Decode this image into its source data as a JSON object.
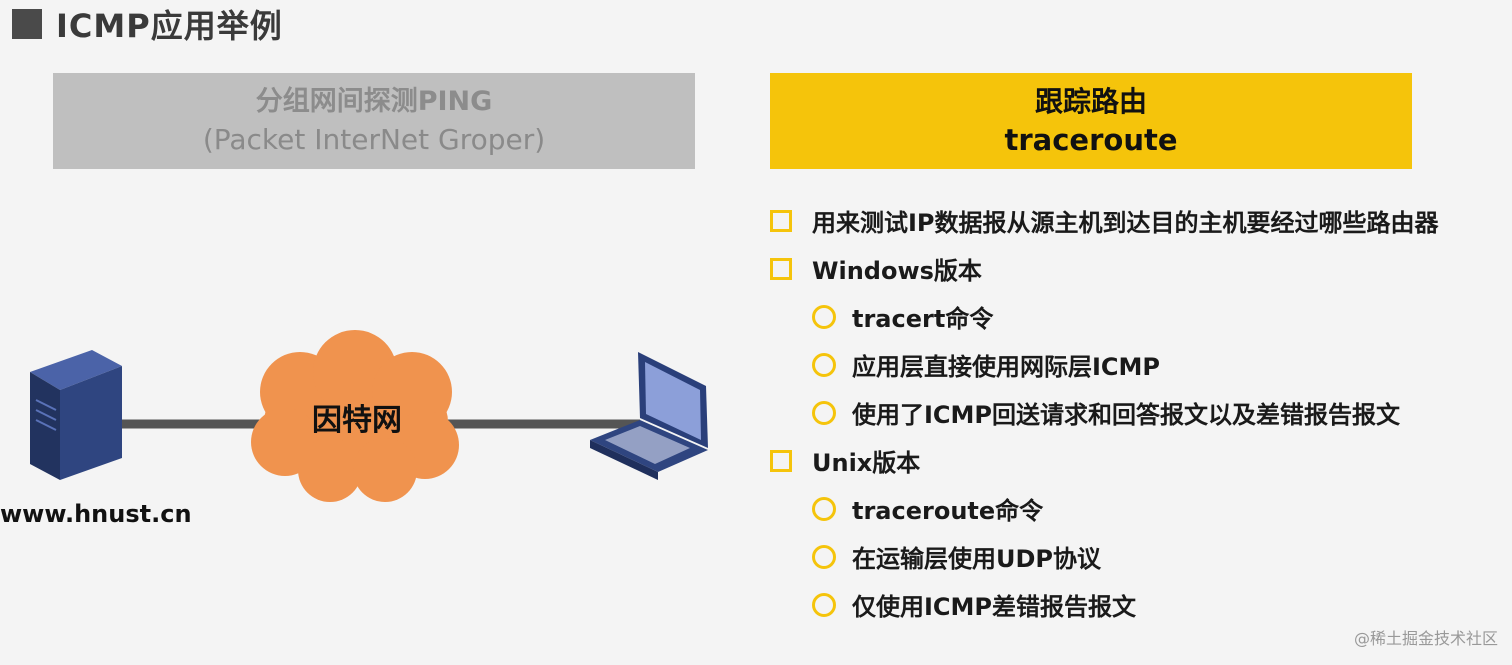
{
  "title": "ICMP应用举例",
  "ping": {
    "line1": "分组网间探测PING",
    "line2": "(Packet InterNet Groper)"
  },
  "traceroute": {
    "line1": "跟踪路由",
    "line2": "traceroute"
  },
  "diagram": {
    "cloud_label": "因特网",
    "server_domain": "www.hnust.cn",
    "colors": {
      "cloud": "#f0934e",
      "link": "#555555",
      "server": "#2a3f7a",
      "laptop": "#2a3f7a"
    }
  },
  "bullets": [
    {
      "level": 1,
      "text": "用来测试IP数据报从源主机到达目的主机要经过哪些路由器"
    },
    {
      "level": 1,
      "text": "Windows版本"
    },
    {
      "level": 2,
      "text": "tracert命令"
    },
    {
      "level": 2,
      "text": "应用层直接使用网际层ICMP"
    },
    {
      "level": 2,
      "text": "使用了ICMP回送请求和回答报文以及差错报告报文"
    },
    {
      "level": 1,
      "text": "Unix版本"
    },
    {
      "level": 2,
      "text": "traceroute命令"
    },
    {
      "level": 2,
      "text": "在运输层使用UDP协议"
    },
    {
      "level": 2,
      "text": "仅使用ICMP差错报告报文"
    }
  ],
  "watermark": "@稀土掘金技术社区",
  "accent_color": "#f5c40b"
}
